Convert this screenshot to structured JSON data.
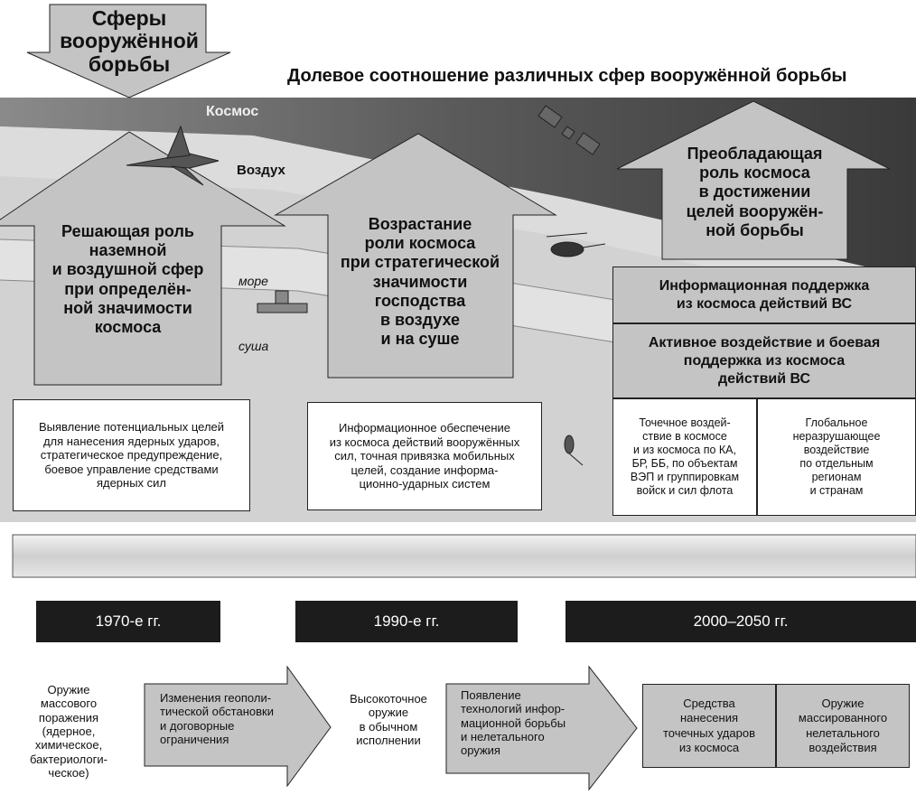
{
  "header": {
    "arrow_title": "Сферы\nвооружённой\nборьбы",
    "main_title": "Долевое соотношение различных сфер вооружённой борьбы"
  },
  "layers": {
    "space": "Космос",
    "air": "Воздух",
    "sea": "море",
    "land": "суша"
  },
  "arrows": [
    {
      "text": "Решающая роль\nназемной\nи воздушной сфер\nпри определён-\nной значимости\nкосмоса"
    },
    {
      "text": "Возрастание\nроли космоса\nпри стратегической\nзначимости\nгосподства\nв воздухе\nи на суше"
    },
    {
      "text": "Преобладающая\nроль космоса\nв достижении\nцелей вооружён-\nной борьбы"
    }
  ],
  "support_boxes": {
    "info": "Информационная поддержка\nиз космоса действий ВС",
    "active": "Активное воздействие и боевая\nподдержка из космоса\nдействий ВС"
  },
  "desc_boxes": {
    "box1": "Выявление потенциальных целей\nдля нанесения ядерных ударов,\nстратегическое предупреждение,\nбоевое управление средствами\nядерных сил",
    "box2": "Информационное обеспечение\nиз космоса действий вооружённых\nсил, точная привязка мобильных\nцелей, создание информа-\nционно-ударных систем",
    "box3": "Точечное воздей-\nствие в космосе\nи из космоса по КА,\nБР, ББ, по объектам\nВЭП и группировкам\nвойск и сил флота",
    "box4": "Глобальное\nнеразрушающее\nвоздействие\nпо отдельным\nрегионам\nи странам"
  },
  "periods": [
    "1970-е гг.",
    "1990-е гг.",
    "2000–2050 гг."
  ],
  "bottom": {
    "wmd": "Оружие\nмассового\nпоражения\n(ядерное,\nхимическое,\nбактериологи-\nческое)",
    "arrow1": "Изменения геополи-\nтической обстановки\nи договорные\nограничения",
    "precision": "Высокоточное\nоружие\nв обычном\nисполнении",
    "arrow2": "Появление\nтехнологий инфор-\nмационной борьбы\nи нелетального\nоружия",
    "strike": "Средства\nнанесения\nточечных ударов\nиз космоса",
    "nonlethal": "Оружие\nмассированного\nнелетального\nвоздействия"
  },
  "colors": {
    "space_dark": "#4a4a4a",
    "panel_gray": "#c4c4c4",
    "period_bar": "#1c1c1c"
  }
}
